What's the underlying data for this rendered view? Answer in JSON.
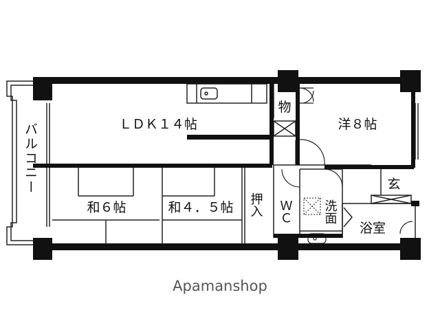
{
  "floorplan": {
    "rooms": {
      "ldk": "ＬＤＫ１４帖",
      "yo8": "洋８帖",
      "wa6": "和６帖",
      "wa45": "和４．５帖",
      "balcony": "バルコニー",
      "closet": "物",
      "oshiire": "押入",
      "wc": "ＷＣ",
      "washroom": "洗面",
      "bath": "浴室",
      "entrance": "玄"
    },
    "watermark": "Apamanshop",
    "colors": {
      "wall": "#111111",
      "line": "#222222",
      "background": "#ffffff",
      "watermark": "#555555"
    },
    "icons": [
      "sink-icon",
      "washer-pan-icon",
      "basin-icon",
      "door-swing-icon"
    ]
  }
}
